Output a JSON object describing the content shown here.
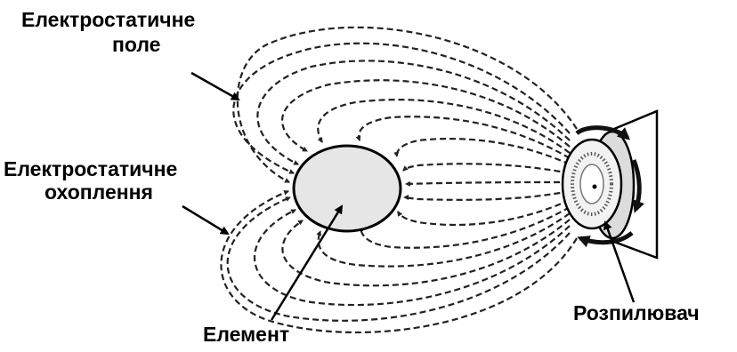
{
  "labels": {
    "field_line1": "Електростатичне",
    "field_line2": "поле",
    "wrap_line1": "Електростатичне",
    "wrap_line2": "охоплення",
    "element": "Елемент",
    "sprayer": "Розпилювач"
  },
  "colors": {
    "element_fill": "#e6e6e6",
    "line": "#222222",
    "background": "#ffffff"
  }
}
